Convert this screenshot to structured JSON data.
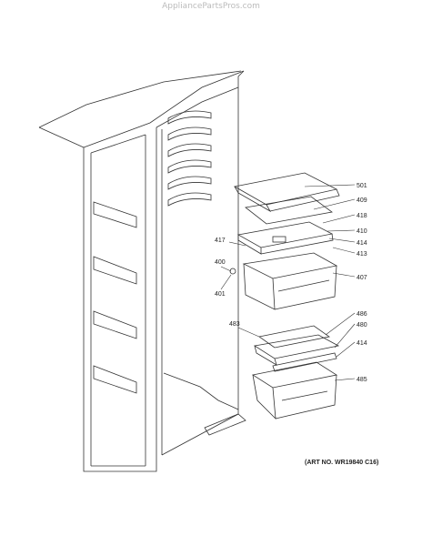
{
  "watermark": "AppliancePartsPros.com",
  "art_number": "(ART NO. WR19840 C16)",
  "callouts": [
    "501",
    "409",
    "418",
    "410",
    "414",
    "413",
    "407",
    "417",
    "400",
    "401",
    "486",
    "483",
    "480",
    "414",
    "485"
  ]
}
